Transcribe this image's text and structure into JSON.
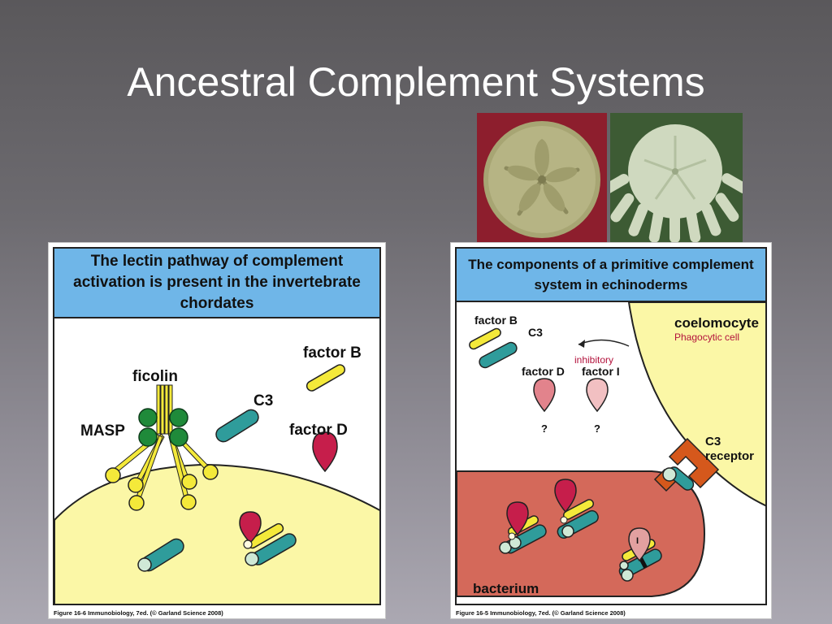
{
  "slide": {
    "title": "Ancestral Complement Systems"
  },
  "colors": {
    "panel_header": "#6fb6e8",
    "cell_yellow": "#fbf7a6",
    "bacterium": "#d4695a",
    "c3_teal": "#2f9c9b",
    "factor_b_yellow": "#f4e93a",
    "factor_d_red": "#c61e4b",
    "receptor_orange": "#d5581c",
    "masp_green": "#1f8a3a",
    "inhibitory_red": "#b3123c"
  },
  "left_panel": {
    "header": "The lectin pathway of complement activation is present in the invertebrate chordates",
    "labels": {
      "ficolin": "ficolin",
      "masp": "MASP",
      "c3": "C3",
      "factor_b": "factor B",
      "factor_d": "factor D"
    },
    "caption": "Figure 16-6 Immunobiology, 7ed. (© Garland Science 2008)"
  },
  "right_panel": {
    "header": "The components of a primitive complement system in echinoderms",
    "labels": {
      "factor_b": "factor B",
      "c3": "C3",
      "coelomocyte": "coelomocyte",
      "phagocytic_cell": "Phagocytic cell",
      "inhibitory": "inhibitory",
      "factor_d": "factor D",
      "factor_i": "factor I",
      "question_d": "?",
      "question_i": "?",
      "c3_receptor_line1": "C3",
      "c3_receptor_line2": "receptor",
      "bacterium": "bacterium",
      "i_mark": "I"
    },
    "caption": "Figure 16-5 Immunobiology, 7ed. (© Garland Science 2008)"
  }
}
